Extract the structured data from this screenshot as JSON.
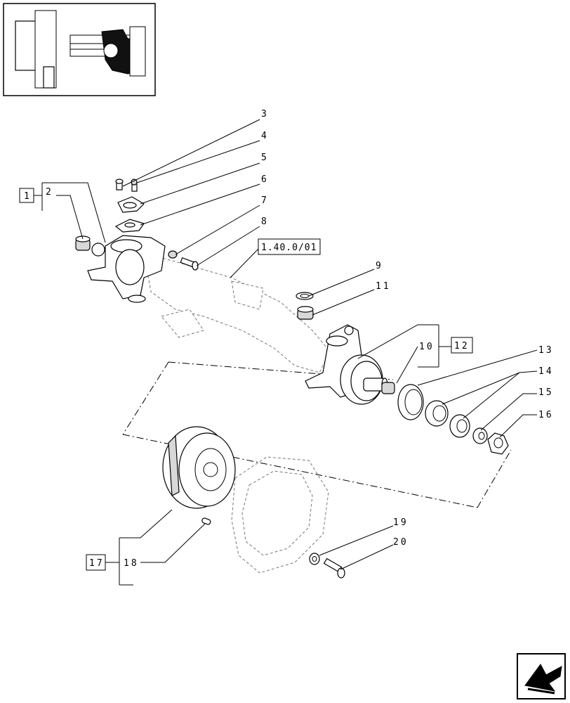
{
  "callouts": {
    "c1": "1",
    "c2": "2",
    "c3": "3",
    "c4": "4",
    "c5": "5",
    "c6": "6",
    "c7": "7",
    "c8": "8",
    "c9": "9",
    "c10": "10",
    "c11": "11",
    "c12": "12",
    "c13": "13",
    "c14": "14",
    "c15": "15",
    "c16": "16",
    "c17": "17",
    "c18": "18",
    "c19": "19",
    "c20": "20"
  },
  "reference": {
    "label": "1.40.0/01"
  },
  "icons": {
    "thumbnail": "assembly-location-thumbnail",
    "navigation": "next-page-arrow-icon"
  }
}
